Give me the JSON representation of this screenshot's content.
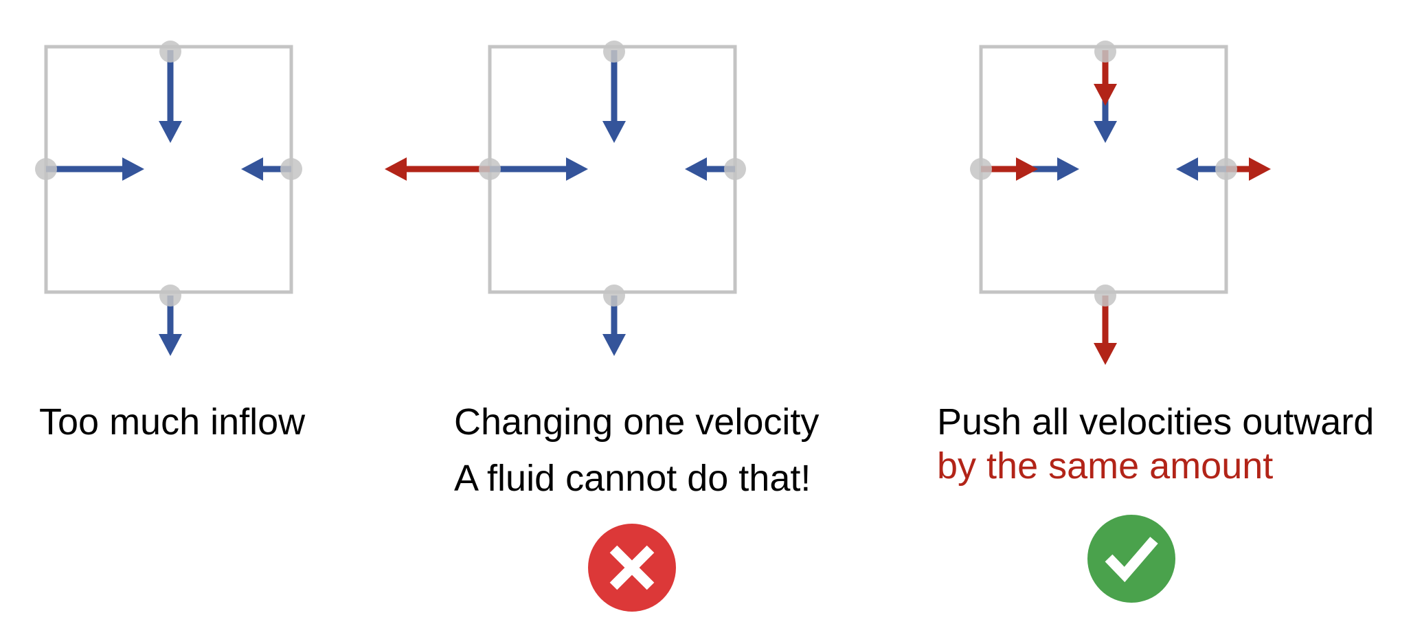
{
  "colors": {
    "grid": "#c4c4c4",
    "node": "#c4c4c4",
    "blue_arrow": "#34549a",
    "red_arrow": "#b22418",
    "cross_badge": "#dc3838",
    "check_badge": "#4aa24c",
    "badge_mark": "#ffffff"
  },
  "panels": [
    {
      "id": "too-much-inflow",
      "caption": "Too much inflow",
      "arrows": [
        {
          "side": "top",
          "color": "blue",
          "direction": "down"
        },
        {
          "side": "left",
          "color": "blue",
          "direction": "right"
        },
        {
          "side": "right",
          "color": "blue",
          "direction": "left"
        },
        {
          "side": "bottom",
          "color": "blue",
          "direction": "down"
        }
      ]
    },
    {
      "id": "changing-one-velocity",
      "caption": "Changing one velocity",
      "note": "A fluid cannot do that!",
      "badge": {
        "type": "cross",
        "icon": "cross-icon"
      },
      "arrows": [
        {
          "side": "top",
          "color": "blue",
          "direction": "down"
        },
        {
          "side": "left",
          "color": "blue",
          "direction": "right"
        },
        {
          "side": "left",
          "color": "red",
          "direction": "left"
        },
        {
          "side": "right",
          "color": "blue",
          "direction": "left"
        },
        {
          "side": "bottom",
          "color": "blue",
          "direction": "down"
        }
      ]
    },
    {
      "id": "push-all-velocities",
      "caption": "Push all velocities outward",
      "caption_emphasis": "by the same amount",
      "badge": {
        "type": "check",
        "icon": "check-icon"
      },
      "arrows": [
        {
          "side": "top",
          "color": "blue",
          "direction": "down"
        },
        {
          "side": "top",
          "color": "red",
          "direction": "down"
        },
        {
          "side": "left",
          "color": "blue",
          "direction": "right"
        },
        {
          "side": "left",
          "color": "red",
          "direction": "right"
        },
        {
          "side": "right",
          "color": "blue",
          "direction": "left"
        },
        {
          "side": "right",
          "color": "red",
          "direction": "right"
        },
        {
          "side": "bottom",
          "color": "red",
          "direction": "down"
        }
      ]
    }
  ]
}
